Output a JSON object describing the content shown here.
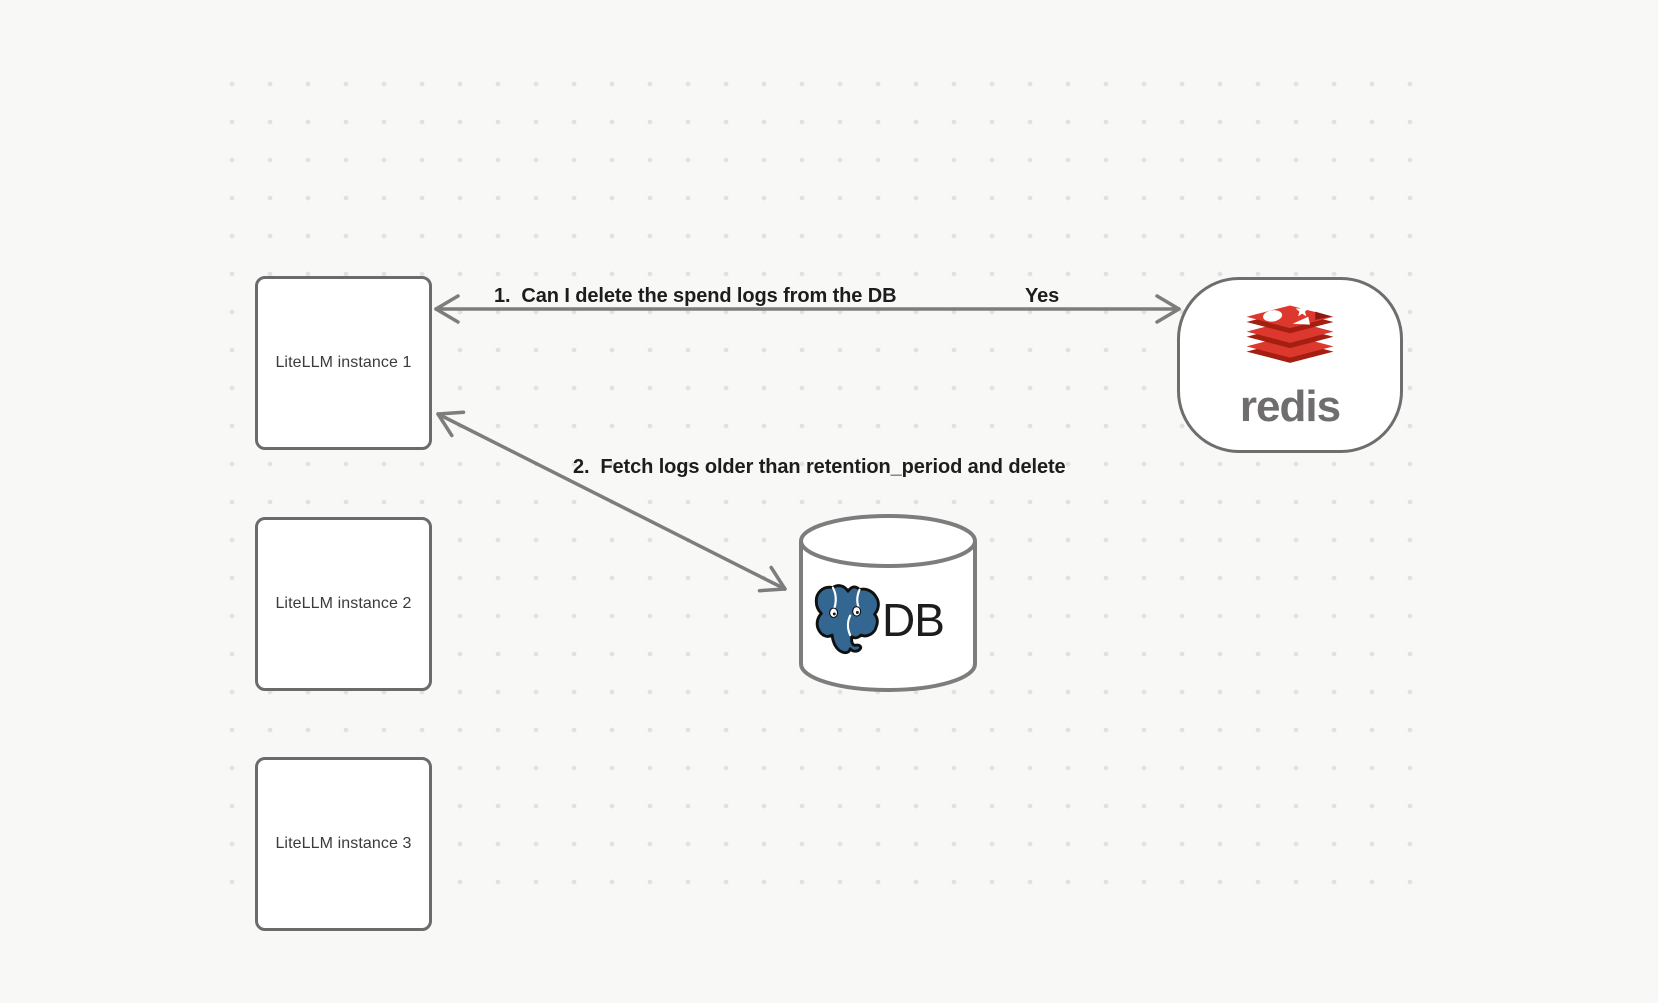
{
  "canvas": {
    "background_color": "#f8f8f7",
    "dot_color": "#e3e1e0",
    "stroke_color": "#7d7d7d"
  },
  "nodes": {
    "litellm_instances": [
      {
        "label": "LiteLLM instance 1"
      },
      {
        "label": "LiteLLM instance 2"
      },
      {
        "label": "LiteLLM instance 3"
      }
    ],
    "redis": {
      "wordmark": "redis",
      "icon": "redis-stack-logo-icon",
      "colors": {
        "red": "#dc382d",
        "dark_red": "#a41e11",
        "wordmark_gray": "#6f6d6d"
      }
    },
    "db": {
      "label": "DB",
      "icon": "postgresql-elephant-icon",
      "colors": {
        "elephant_blue": "#336791"
      }
    }
  },
  "arrows": [
    {
      "label": "1.  Can I delete the spend logs from the DB",
      "response": "Yes",
      "from": "LiteLLM instance 1",
      "to": "redis",
      "double_headed": true
    },
    {
      "label": "2.  Fetch logs older than retention_period and delete",
      "from": "LiteLLM instance 1",
      "to": "DB",
      "double_headed": true
    }
  ]
}
